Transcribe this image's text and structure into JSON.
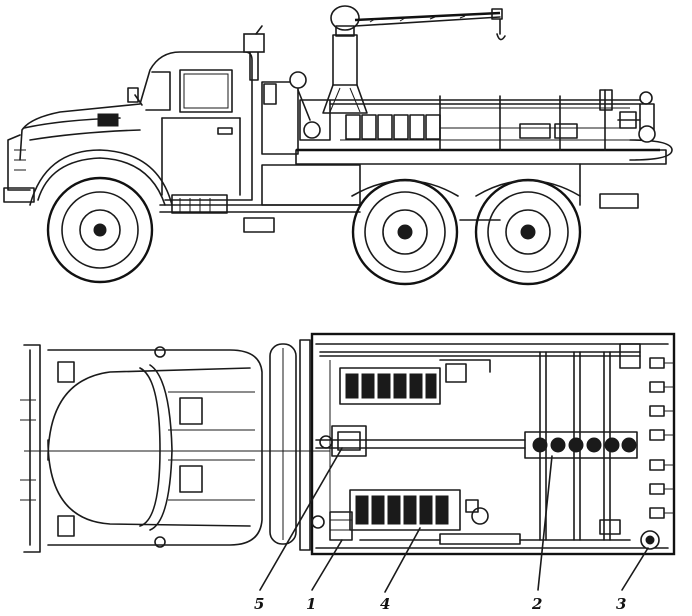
{
  "callouts": [
    {
      "id": "5",
      "label": "5"
    },
    {
      "id": "1",
      "label": "1"
    },
    {
      "id": "4",
      "label": "4"
    },
    {
      "id": "2",
      "label": "2"
    },
    {
      "id": "3",
      "label": "3"
    }
  ]
}
